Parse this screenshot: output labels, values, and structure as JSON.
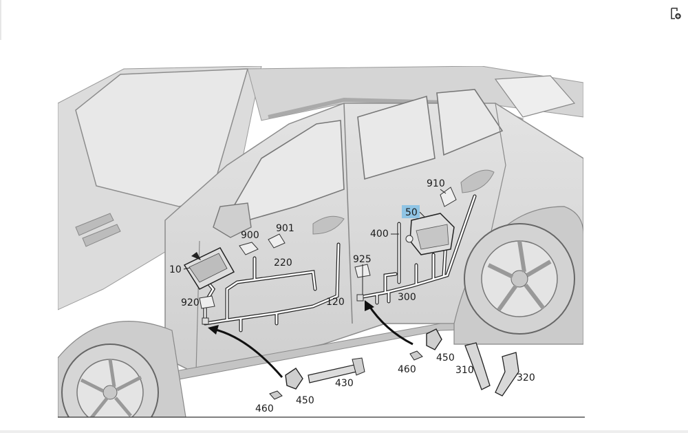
{
  "toolbar": {
    "icon": "page-add-icon"
  },
  "diagram": {
    "highlighted": "50",
    "callouts": {
      "c10": "10",
      "c50": "50",
      "c120": "120",
      "c220": "220",
      "c300": "300",
      "c310": "310",
      "c320": "320",
      "c400": "400",
      "c430": "430",
      "c450a": "450",
      "c450b": "450",
      "c460a": "460",
      "c460b": "460",
      "c900": "900",
      "c901": "901",
      "c910": "910",
      "c920": "920",
      "c925": "925"
    }
  },
  "colors": {
    "highlight": "#8fc4e4",
    "body": "#d7d7d7",
    "wiring": "#ffffff",
    "outline": "#333333"
  }
}
